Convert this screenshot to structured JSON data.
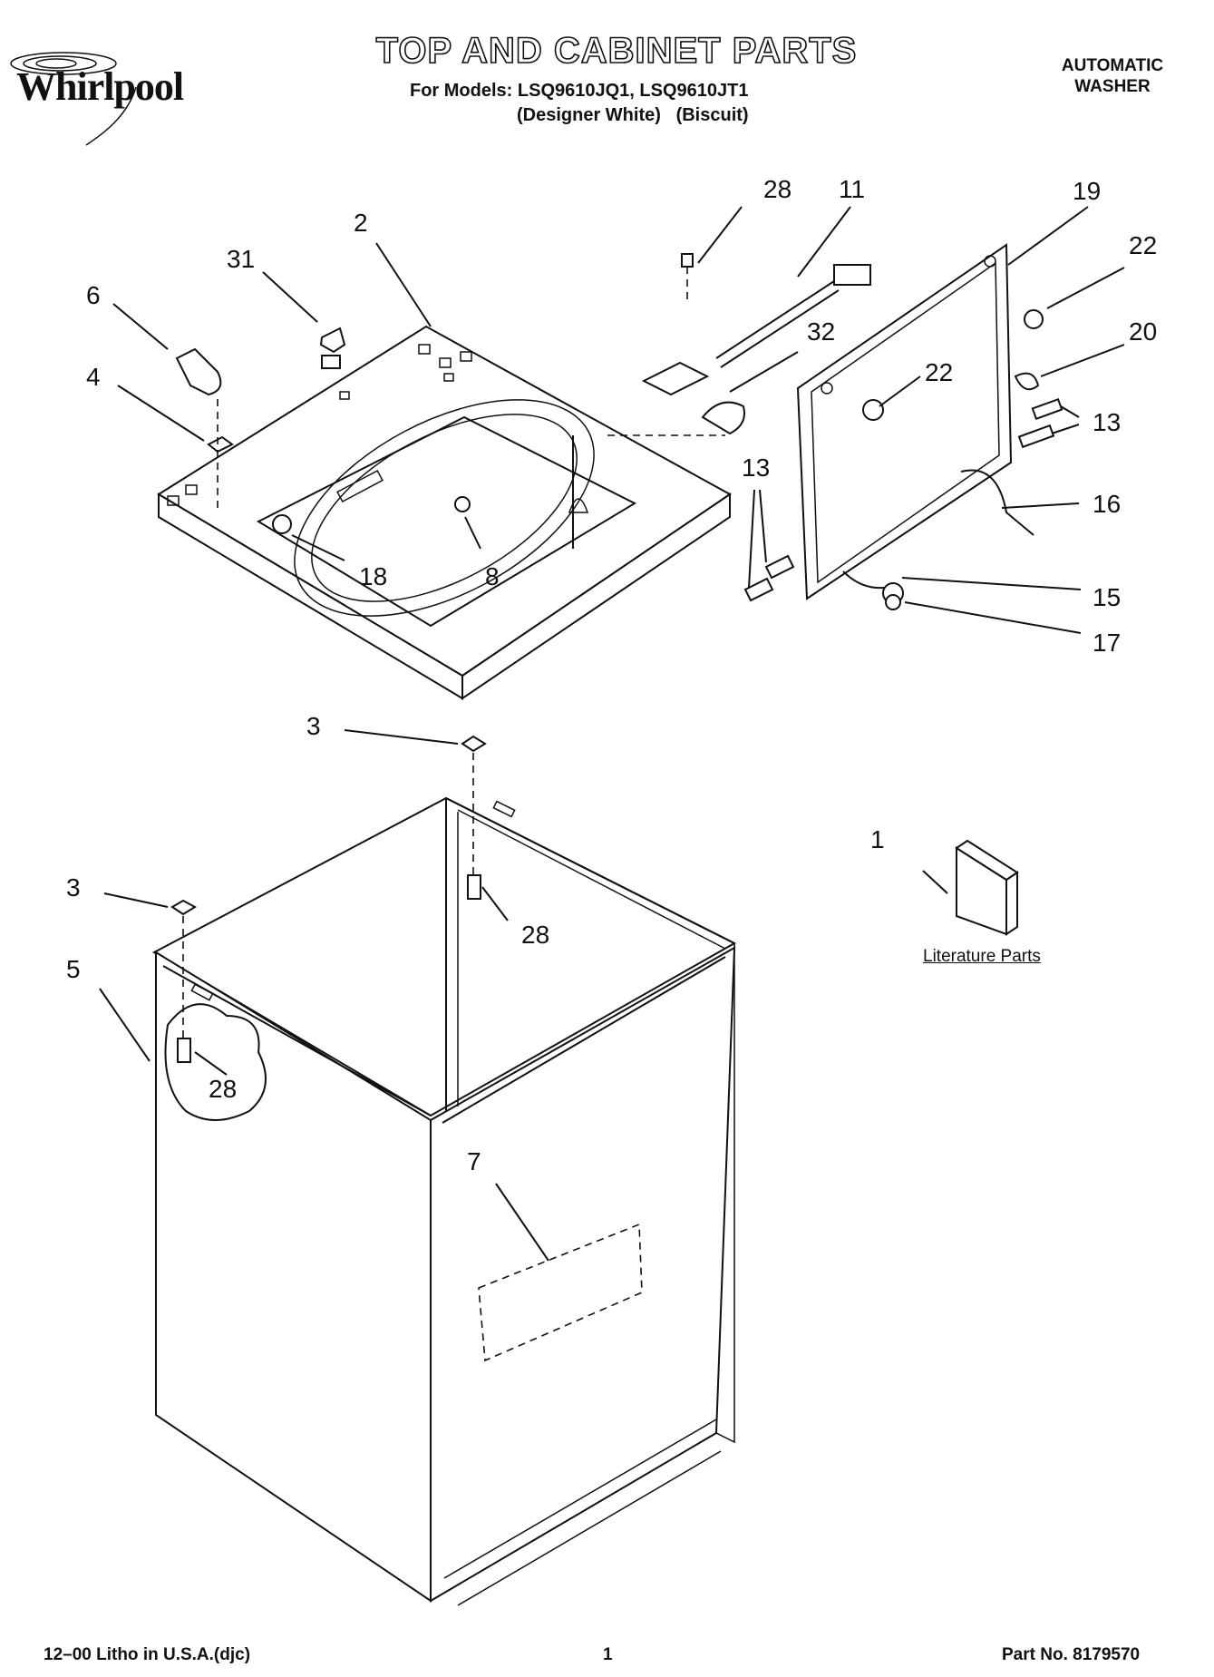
{
  "brand": "Whirlpool",
  "header": {
    "title": "TOP AND CABINET PARTS",
    "models": "For Models: LSQ9610JQ1, LSQ9610JT1",
    "finishes": "(Designer White)   (Biscuit)",
    "appliance_line1": "AUTOMATIC",
    "appliance_line2": "WASHER"
  },
  "literature_label": "Literature Parts",
  "callouts": [
    "28",
    "11",
    "19",
    "2",
    "31",
    "22",
    "6",
    "20",
    "32",
    "22",
    "4",
    "13",
    "13",
    "16",
    "18",
    "8",
    "15",
    "17",
    "3",
    "1",
    "3",
    "28",
    "5",
    "28",
    "7"
  ],
  "footer": {
    "left": "12–00 Litho in U.S.A.(djc)",
    "page": "1",
    "part": "Part No. 8179570"
  }
}
